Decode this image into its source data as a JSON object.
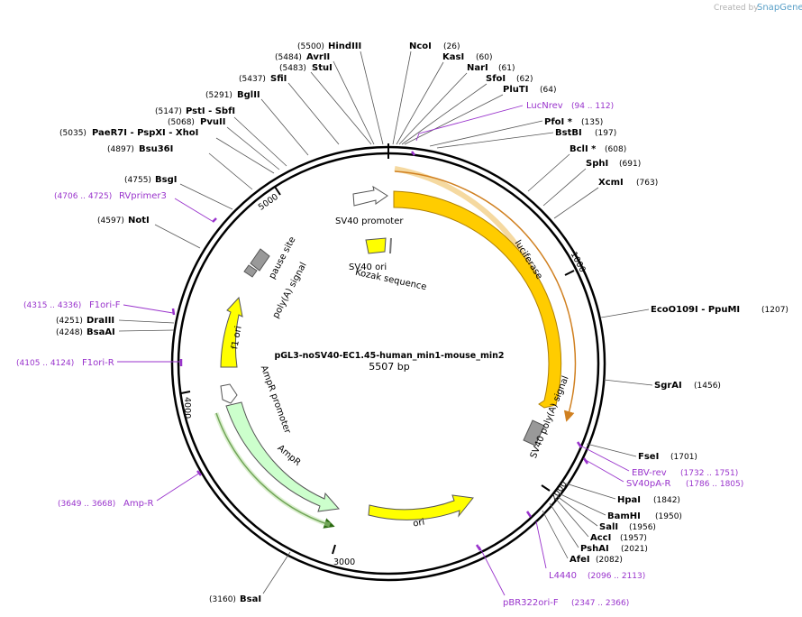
{
  "watermark": {
    "created_by": "Created by",
    "brand": "SnapGene"
  },
  "plasmid": {
    "name": "pGL3-noSV40-EC1.45-human_min1-mouse_min2",
    "length": "5507 bp"
  },
  "ticks": [
    "1000",
    "2000",
    "3000",
    "4000",
    "5000"
  ],
  "enzymes": [
    {
      "name": "HindIII",
      "pos": "(5500)"
    },
    {
      "name": "AvrII",
      "pos": "(5484)"
    },
    {
      "name": "StuI",
      "pos": "(5483)"
    },
    {
      "name": "SfiI",
      "pos": "(5437)"
    },
    {
      "name": "BglII",
      "pos": "(5291)"
    },
    {
      "name": "PstI - SbfI",
      "pos": "(5147)"
    },
    {
      "name": "PvuII",
      "pos": "(5068)"
    },
    {
      "name": "PaeR7I - PspXI - XhoI",
      "pos": "(5035)"
    },
    {
      "name": "Bsu36I",
      "pos": "(4897)"
    },
    {
      "name": "BsgI",
      "pos": "(4755)"
    },
    {
      "name": "NotI",
      "pos": "(4597)"
    },
    {
      "name": "DraIII",
      "pos": "(4251)"
    },
    {
      "name": "BsaAI",
      "pos": "(4248)"
    },
    {
      "name": "BsaI",
      "pos": "(3160)"
    },
    {
      "name": "NcoI",
      "pos": "(26)"
    },
    {
      "name": "KasI",
      "pos": "(60)"
    },
    {
      "name": "NarI",
      "pos": "(61)"
    },
    {
      "name": "SfoI",
      "pos": "(62)"
    },
    {
      "name": "PluTI",
      "pos": "(64)"
    },
    {
      "name": "PfoI *",
      "pos": "(135)"
    },
    {
      "name": "BstBI",
      "pos": "(197)"
    },
    {
      "name": "BclI *",
      "pos": "(608)"
    },
    {
      "name": "SphI",
      "pos": "(691)"
    },
    {
      "name": "XcmI",
      "pos": "(763)"
    },
    {
      "name": "EcoO109I - PpuMI",
      "pos": "(1207)"
    },
    {
      "name": "SgrAI",
      "pos": "(1456)"
    },
    {
      "name": "FseI",
      "pos": "(1701)"
    },
    {
      "name": "HpaI",
      "pos": "(1842)"
    },
    {
      "name": "BamHI",
      "pos": "(1950)"
    },
    {
      "name": "SalI",
      "pos": "(1956)"
    },
    {
      "name": "AccI",
      "pos": "(1957)"
    },
    {
      "name": "PshAI",
      "pos": "(2021)"
    },
    {
      "name": "AfeI",
      "pos": "(2082)"
    }
  ],
  "primers": [
    {
      "name": "LucNrev",
      "pos": "(94 .. 112)"
    },
    {
      "name": "RVprimer3",
      "pos": "(4706 .. 4725)"
    },
    {
      "name": "F1ori-F",
      "pos": "(4315 .. 4336)"
    },
    {
      "name": "F1ori-R",
      "pos": "(4105 .. 4124)"
    },
    {
      "name": "Amp-R",
      "pos": "(3649 .. 3668)"
    },
    {
      "name": "EBV-rev",
      "pos": "(1732 .. 1751)"
    },
    {
      "name": "SV40pA-R",
      "pos": "(1786 .. 1805)"
    },
    {
      "name": "L4440",
      "pos": "(2096 .. 2113)"
    },
    {
      "name": "pBR322ori-F",
      "pos": "(2347 .. 2366)"
    }
  ],
  "features": {
    "sv40_promoter": "SV40 promoter",
    "luciferase": "luciferase",
    "sv40_ori": "SV40 ori",
    "kozak": "Kozak sequence",
    "pause_site": "pause site",
    "polya_signal": "poly(A) signal",
    "f1_ori": "f1 ori",
    "ampr_promoter": "AmpR promoter",
    "ampr": "AmpR",
    "ori": "ori",
    "sv40_polya": "SV40 poly(A) signal"
  },
  "colors": {
    "luciferase": "#ffcc00",
    "promoter": "#ffffff",
    "polyA": "#999999",
    "f1ori": "#ffff00",
    "ampr": "#ccffcc",
    "ori": "#ffff00",
    "primer": "#9933cc",
    "backbone": "#000000"
  }
}
